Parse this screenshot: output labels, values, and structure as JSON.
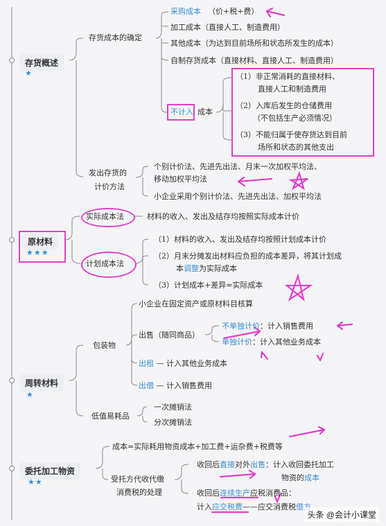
{
  "topics": {
    "inventory_overview": "存货概述",
    "raw_materials": "原材料",
    "turnover_materials": "周转材料",
    "consigned_processing": "委托加工物资"
  },
  "stars": {
    "one": "★",
    "three": "★★★",
    "two": "★★"
  },
  "inventory": {
    "cost_label": "存货成本的确定",
    "purchase_cost": "采购成本",
    "purchase_formula": "（价+税+费）",
    "processing_cost": "加工成本（直接人工、制造费用）",
    "other_cost": "其他成本（为达到目前场所和状态所发生的成本）",
    "self_made_cost": "自制存货成本（直接材料、直接人工、制造费用）",
    "excluded_a": "不计入",
    "excluded_b": "成本",
    "excl1_line1": "（1）非正常消耗的直接材料、",
    "excl1_line2": "直接人工和制造费用",
    "excl2_line1": "（2）入库后发生的仓储费用",
    "excl2_line2": "（不包括生产必须情况）",
    "excl3_line1": "（3）不能归属于使存货达到目前",
    "excl3_line2": "场所和状态的其他支出",
    "issue_label_1": "发出存货的",
    "issue_label_2": "计价方法",
    "issue_m1_line1": "个别计价法、先进先出法、月末一次加权平均法、",
    "issue_m1_line2": "移动加权平均法",
    "issue_m2": "小企业采用个别计价法、先进先出法、加权平均法"
  },
  "raw": {
    "actual_label": "实际成本法",
    "actual_desc": "材料的收入、发出及结存均按照实际成本计价",
    "plan_label": "计划成本法",
    "plan1": "（1）材料的收入、发出及结存均按照计划成本计价",
    "plan2_line1": "（2）月末分摊发出材料应负担的成本差异，将其计划成",
    "plan2_line2_a": "本",
    "plan2_line2_b": "调整",
    "plan2_line2_c": "为实际成本",
    "plan3": "（3）计划成本+差异=实际成本"
  },
  "turnover": {
    "packaging": "包装物",
    "small_biz": "小企业在固定资产或原材料目核算",
    "sale": "出售（随同商品）",
    "not_separate": "不单独计价",
    "not_separate_result": "：计入销售费用",
    "separate": "单独计价",
    "separate_result": "：计入其他业务成本",
    "rent": "出租",
    "rent_result": "— 计入其他业务成本",
    "lend": "出借",
    "lend_result": "— 计入销售费用",
    "low_value": "低值易耗品",
    "one_time": "一次摊销法",
    "split": "分次摊销法"
  },
  "consigned": {
    "cost_formula": "成本=实际耗用物资成本+加工费+运杂费+税费等",
    "tax_label_1": "受托方代收代缴",
    "tax_label_2": "消费税的处理",
    "after_a": "收回后",
    "after_b": "直接",
    "after_c": "对外",
    "after_d": "出售",
    "after_e": "：计入收回委托加工",
    "after_line2_a": "物资的",
    "after_line2_b": "成本",
    "cont_a": "收回后",
    "cont_b": "连续生产",
    "cont_c": "应税消费品：",
    "cont2_a": "计入",
    "cont2_b": "应交税费",
    "cont2_c": "——应交消费税",
    "cont2_d": "借方"
  },
  "watermark": "头条 @会计小课堂"
}
